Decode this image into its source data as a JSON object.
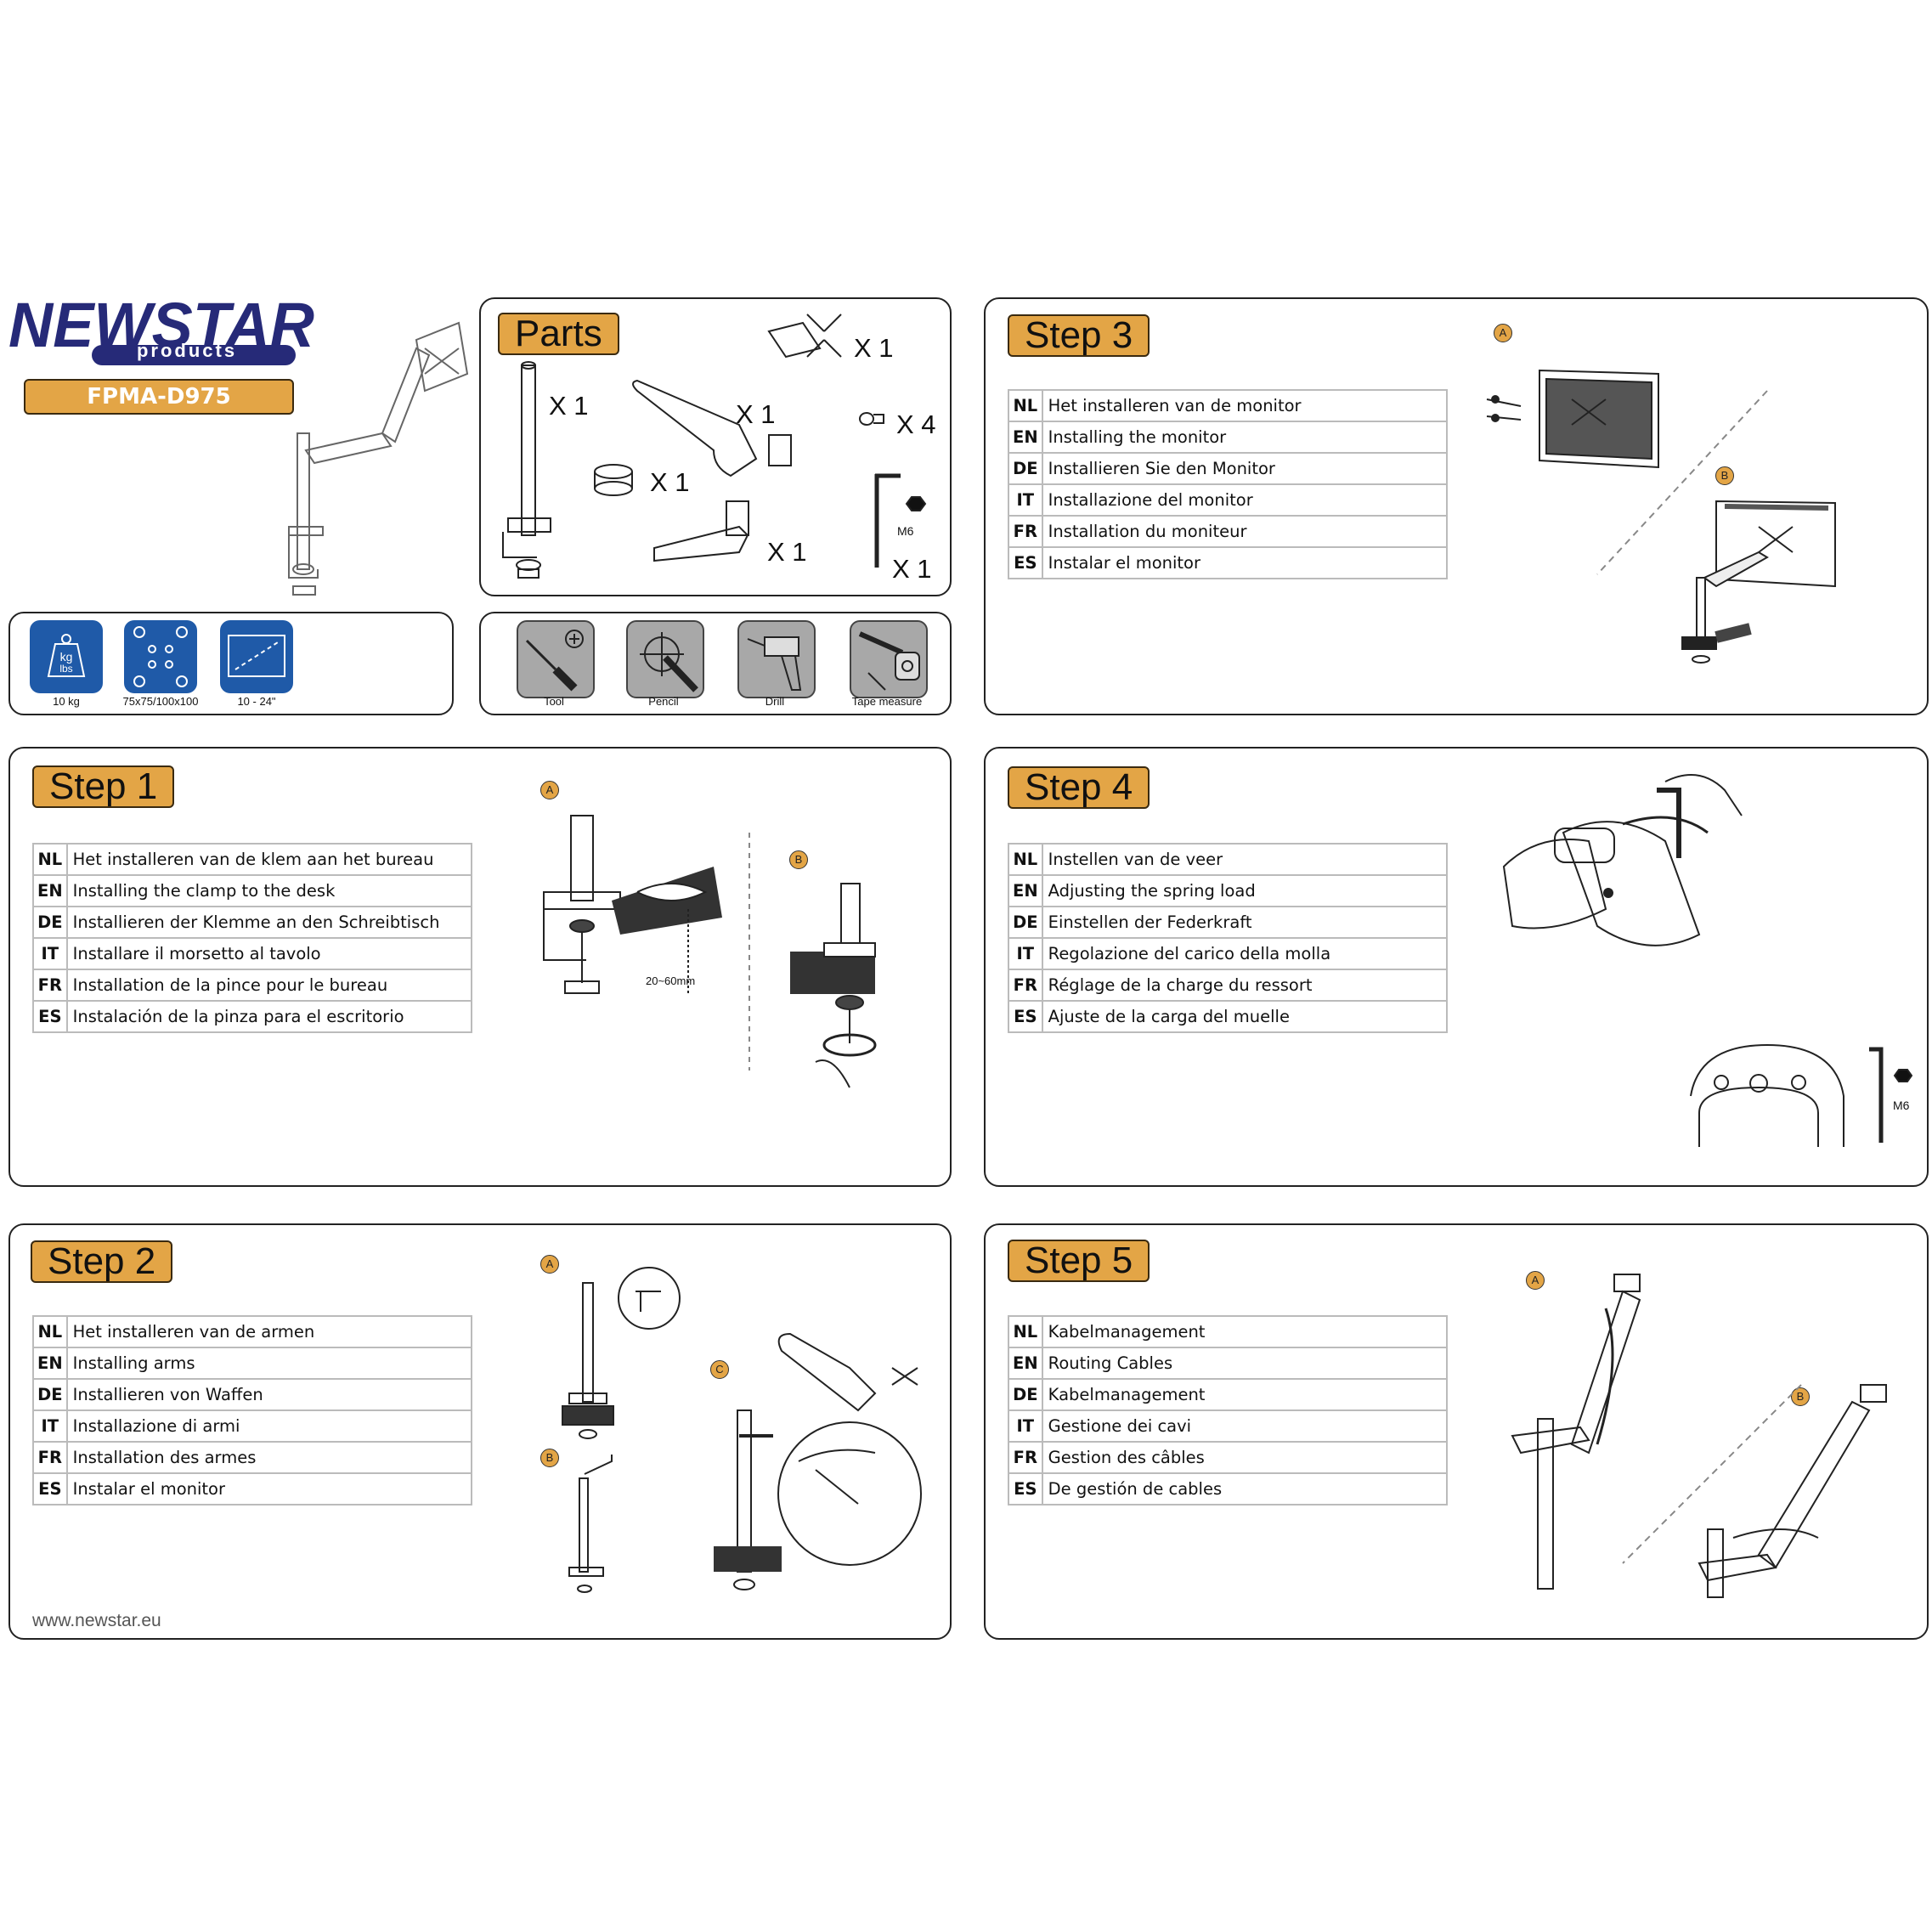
{
  "brand": {
    "logo_text": "NEWSTAR",
    "logo_sub": "products",
    "model": "FPMA-D975"
  },
  "specs": [
    {
      "icon": "weight-icon",
      "icon_text": "kg\nlbs",
      "caption": "10 kg"
    },
    {
      "icon": "vesa-icon",
      "caption": "75x75/100x100"
    },
    {
      "icon": "screen-size-icon",
      "caption": "10 - 24\""
    }
  ],
  "parts": {
    "title": "Parts",
    "qty": [
      "X 1",
      "X 1",
      "X 1",
      "X 1",
      "X 1",
      "X 4",
      "X 1"
    ],
    "hex_label": "M6"
  },
  "tools": [
    {
      "icon": "screwdriver-icon",
      "label": "Tool"
    },
    {
      "icon": "pencil-icon",
      "label": "Pencil"
    },
    {
      "icon": "drill-icon",
      "label": "Drill"
    },
    {
      "icon": "tape-measure-icon",
      "label": "Tape measure"
    }
  ],
  "steps": {
    "step1": {
      "title": "Step 1",
      "rows": [
        {
          "code": "NL",
          "text": "Het installeren van de klem aan het bureau"
        },
        {
          "code": "EN",
          "text": "Installing the clamp to the desk"
        },
        {
          "code": "DE",
          "text": "Installieren der Klemme an den Schreibtisch"
        },
        {
          "code": "IT",
          "text": "Installare il morsetto al tavolo"
        },
        {
          "code": "FR",
          "text": "Installation de la pince pour le bureau"
        },
        {
          "code": "ES",
          "text": "Instalación de la pinza para el escritorio"
        }
      ],
      "markers": [
        "A",
        "B"
      ],
      "dimension": "20~60mm"
    },
    "step2": {
      "title": "Step 2",
      "rows": [
        {
          "code": "NL",
          "text": "Het installeren van de armen"
        },
        {
          "code": "EN",
          "text": "Installing arms"
        },
        {
          "code": "DE",
          "text": "Installieren von Waffen"
        },
        {
          "code": "IT",
          "text": "Installazione di armi"
        },
        {
          "code": "FR",
          "text": "Installation des armes"
        },
        {
          "code": "ES",
          "text": "Instalar el monitor"
        }
      ],
      "markers": [
        "A",
        "B",
        "C"
      ]
    },
    "step3": {
      "title": "Step 3",
      "rows": [
        {
          "code": "NL",
          "text": "Het installeren van de monitor"
        },
        {
          "code": "EN",
          "text": "Installing the monitor"
        },
        {
          "code": "DE",
          "text": "Installieren Sie den Monitor"
        },
        {
          "code": "IT",
          "text": "Installazione del monitor"
        },
        {
          "code": "FR",
          "text": "Installation du moniteur"
        },
        {
          "code": "ES",
          "text": "Instalar el monitor"
        }
      ],
      "markers": [
        "A",
        "B"
      ]
    },
    "step4": {
      "title": "Step 4",
      "rows": [
        {
          "code": "NL",
          "text": "Instellen van de veer"
        },
        {
          "code": "EN",
          "text": "Adjusting the spring load"
        },
        {
          "code": "DE",
          "text": "Einstellen der Federkraft"
        },
        {
          "code": "IT",
          "text": "Regolazione del carico della molla"
        },
        {
          "code": "FR",
          "text": "Réglage de la charge du ressort"
        },
        {
          "code": "ES",
          "text": "Ajuste de la carga del muelle"
        }
      ],
      "hex_label": "M6"
    },
    "step5": {
      "title": "Step 5",
      "rows": [
        {
          "code": "NL",
          "text": "Kabelmanagement"
        },
        {
          "code": "EN",
          "text": "Routing Cables"
        },
        {
          "code": "DE",
          "text": "Kabelmanagement"
        },
        {
          "code": "IT",
          "text": "Gestione dei cavi"
        },
        {
          "code": "FR",
          "text": "Gestion des câbles"
        },
        {
          "code": "ES",
          "text": "De gestión de cables"
        }
      ],
      "markers": [
        "A",
        "B"
      ]
    }
  },
  "footer": {
    "url": "www.newstar.eu"
  }
}
